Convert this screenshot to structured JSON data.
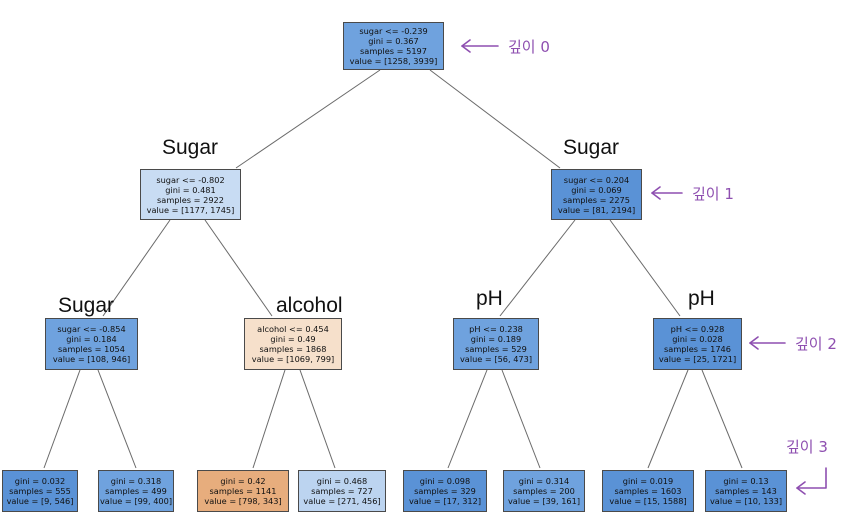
{
  "nodes": {
    "root": {
      "l1": "sugar <= -0.239",
      "l2": "gini = 0.367",
      "l3": "samples = 5197",
      "l4": "value = [1258, 3939]"
    },
    "L": {
      "l1": "sugar <= -0.802",
      "l2": "gini = 0.481",
      "l3": "samples = 2922",
      "l4": "value = [1177, 1745]"
    },
    "R": {
      "l1": "sugar <= 0.204",
      "l2": "gini = 0.069",
      "l3": "samples = 2275",
      "l4": "value = [81, 2194]"
    },
    "LL": {
      "l1": "sugar <= -0.854",
      "l2": "gini = 0.184",
      "l3": "samples = 1054",
      "l4": "value = [108, 946]"
    },
    "LR": {
      "l1": "alcohol <= 0.454",
      "l2": "gini = 0.49",
      "l3": "samples = 1868",
      "l4": "value = [1069, 799]"
    },
    "RL": {
      "l1": "pH <= 0.238",
      "l2": "gini = 0.189",
      "l3": "samples = 529",
      "l4": "value = [56, 473]"
    },
    "RR": {
      "l1": "pH <= 0.928",
      "l2": "gini = 0.028",
      "l3": "samples = 1746",
      "l4": "value = [25, 1721]"
    },
    "LLL": {
      "l2": "gini = 0.032",
      "l3": "samples = 555",
      "l4": "value = [9, 546]"
    },
    "LLR": {
      "l2": "gini = 0.318",
      "l3": "samples = 499",
      "l4": "value = [99, 400]"
    },
    "LRL": {
      "l2": "gini = 0.42",
      "l3": "samples = 1141",
      "l4": "value = [798, 343]"
    },
    "LRR": {
      "l2": "gini = 0.468",
      "l3": "samples = 727",
      "l4": "value = [271, 456]"
    },
    "RLL": {
      "l2": "gini = 0.098",
      "l3": "samples = 329",
      "l4": "value = [17, 312]"
    },
    "RLR": {
      "l2": "gini = 0.314",
      "l3": "samples = 200",
      "l4": "value = [39, 161]"
    },
    "RRL": {
      "l2": "gini = 0.019",
      "l3": "samples = 1603",
      "l4": "value = [15, 1588]"
    },
    "RRR": {
      "l2": "gini = 0.13",
      "l3": "samples = 143",
      "l4": "value = [10, 133]"
    }
  },
  "features": {
    "L": "Sugar",
    "R": "Sugar",
    "LL": "Sugar",
    "LR": "alcohol",
    "RL": "pH",
    "RR": "pH"
  },
  "notes": {
    "d0": "깊이 0",
    "d1": "깊이 1",
    "d2": "깊이 2",
    "d3": "깊이 3"
  },
  "colors": {
    "handwriting": "#8e4fb0",
    "node_blue_dark": "#5a92d6",
    "node_blue_light": "#c8dcf3",
    "node_orange": "#e7ad7d"
  }
}
